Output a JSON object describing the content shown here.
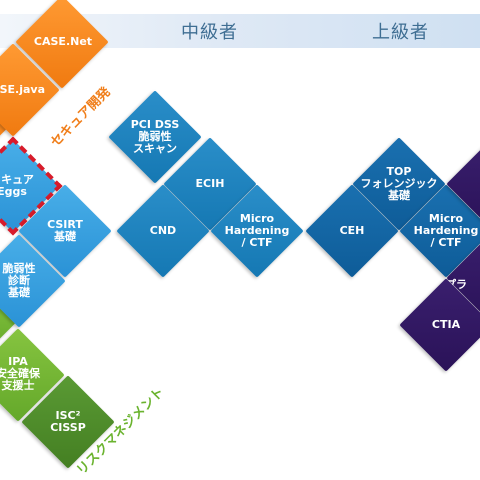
{
  "levels": {
    "intermediate": "中級者",
    "advanced": "上級者"
  },
  "categories": {
    "secure_dev": "セキュア開発",
    "risk_mgmt": "リスクマネジメント"
  },
  "colors": {
    "orange": "#f28a1e",
    "blue_light": "#3aa3e0",
    "blue_mid": "#1f85c2",
    "blue_dark": "#1467a8",
    "green_light": "#74b834",
    "green_dark": "#4f8c2c",
    "purple": "#2e1760",
    "highlight": "#d81b2a",
    "category_orange": "#f07e1a",
    "category_green": "#6ab32e"
  },
  "tiles": {
    "case_net": "CASE.Net",
    "case_java": "CASE.java",
    "secure_eggs": "セキュア\nEggs",
    "csirt": "CSIRT\n基礎",
    "vuln_diag": "脆弱性\n診断\n基礎",
    "ipa": "IPA\n安全確保\n支援士",
    "isc2": "ISC²\nCISSP",
    "pci": "PCI DSS\n脆弱性\nスキャン",
    "ecih": "ECIH",
    "cnd": "CND",
    "micro_mid": "Micro\nHardening\n/ CTF",
    "ceh": "CEH",
    "top_forensic": "TOP\nフォレンジック\n基礎",
    "micro_adv": "Micro\nHardening\n/ CTF",
    "ctia": "CTIA",
    "purple_partial": "プラ"
  }
}
